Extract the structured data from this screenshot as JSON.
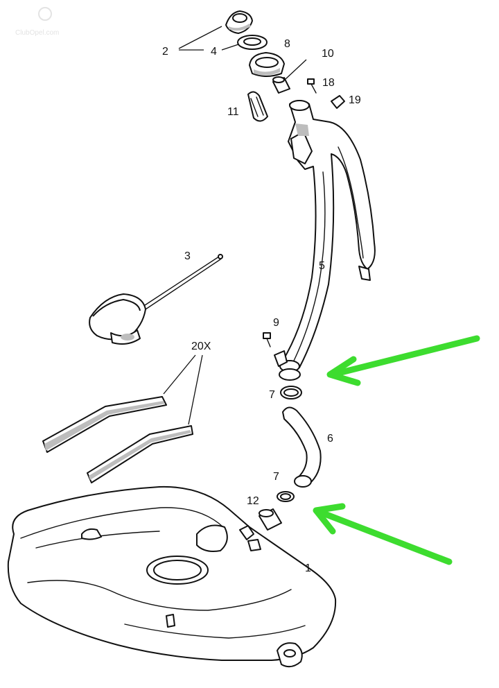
{
  "watermark": "ClubOpel.com",
  "colors": {
    "arrow": "#3ddc2f",
    "line": "#111111"
  },
  "labels": {
    "p1": "1",
    "p2": "2",
    "p3": "3",
    "p4": "4",
    "p5": "5",
    "p6": "6",
    "p7a": "7",
    "p7b": "7",
    "p8": "8",
    "p9": "9",
    "p10": "10",
    "p11": "11",
    "p12": "12",
    "p18": "18",
    "p19": "19",
    "p20": "20X"
  }
}
